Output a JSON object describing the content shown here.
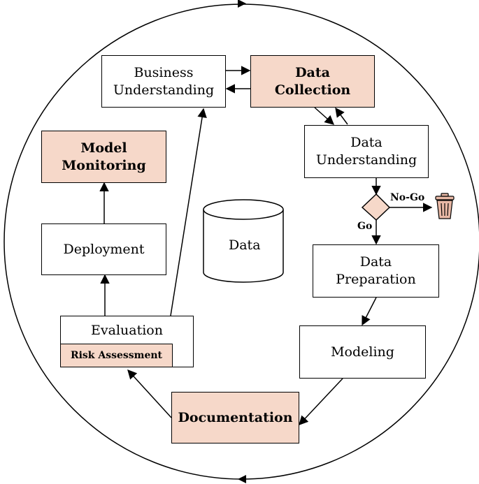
{
  "nodes": {
    "business_understanding": "Business\nUnderstanding",
    "data_collection": "Data\nCollection",
    "data_understanding": "Data\nUnderstanding",
    "model_monitoring": "Model\nMonitoring",
    "deployment": "Deployment",
    "data_store": "Data",
    "data_preparation": "Data\nPreparation",
    "modeling": "Modeling",
    "evaluation": "Evaluation",
    "risk_assessment": "Risk Assessment",
    "documentation": "Documentation"
  },
  "decision": {
    "go_label": "Go",
    "nogo_label": "No-Go"
  },
  "icons": {
    "discard": "trash-icon"
  },
  "colors": {
    "highlight": "#f6d8c9",
    "stroke": "#000000",
    "trash": "#e8b8a5"
  }
}
